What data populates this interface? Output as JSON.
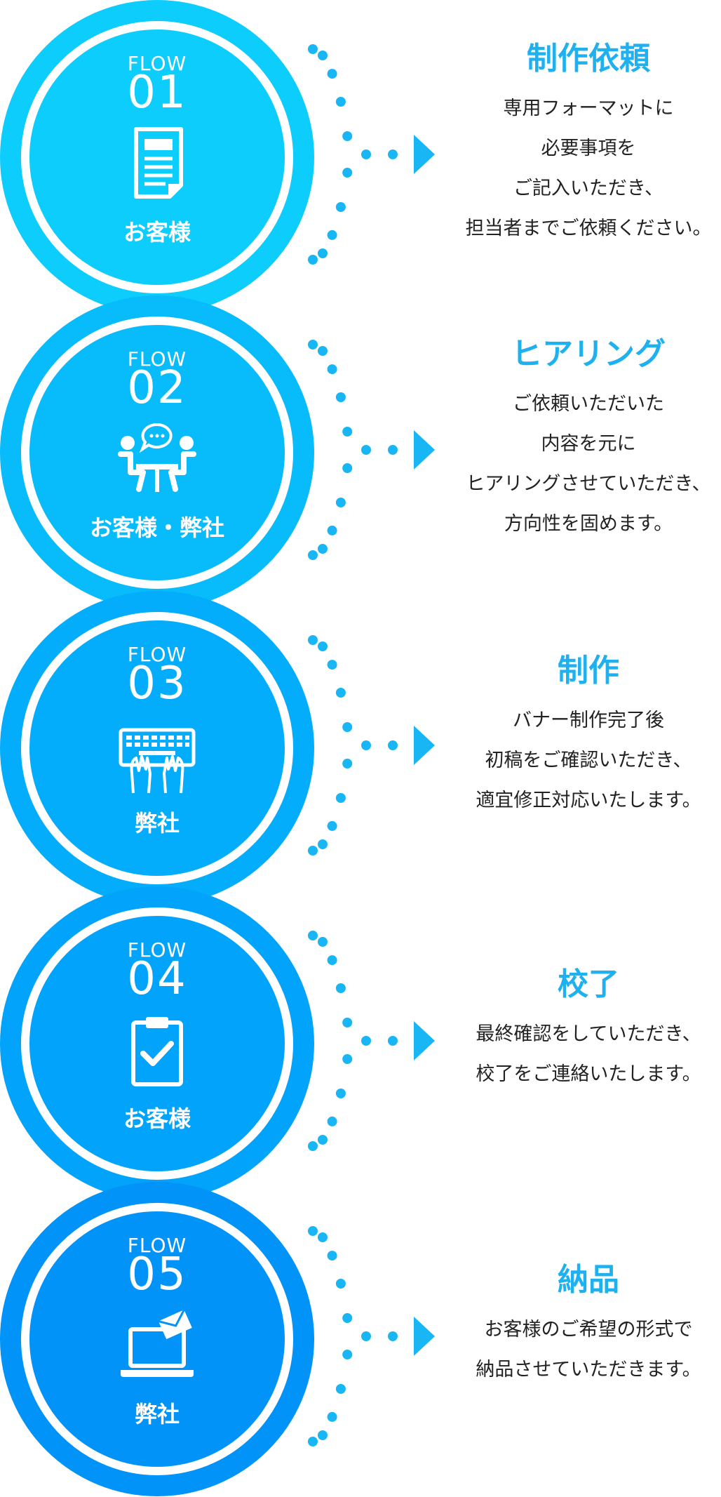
{
  "steps": [
    {
      "flow_label": "FLOW",
      "number": "01",
      "icon": "document-icon",
      "actor": "お客様",
      "title": "制作依頼",
      "lines": [
        "専用フォーマットに",
        "必要事項を",
        "ご記入いただき、",
        "担当者までご依頼ください。"
      ],
      "color": "#0ccdfc"
    },
    {
      "flow_label": "FLOW",
      "number": "02",
      "icon": "meeting-icon",
      "actor": "お客様・弊社",
      "title": "ヒアリング",
      "lines": [
        "ご依頼いただいた",
        "内容を元に",
        "ヒアリングさせていただき、",
        "方向性を固めます。"
      ],
      "color": "#08bbfb"
    },
    {
      "flow_label": "FLOW",
      "number": "03",
      "icon": "keyboard-icon",
      "actor": "弊社",
      "title": "制作",
      "lines": [
        "バナー制作完了後",
        "初稿をご確認いただき、",
        "適宜修正対応いたします。"
      ],
      "color": "#04adfb"
    },
    {
      "flow_label": "FLOW",
      "number": "04",
      "icon": "clipboard-check-icon",
      "actor": "お客様",
      "title": "校了",
      "lines": [
        "最終確認をしていただき、",
        "校了をご連絡いたします。"
      ],
      "color": "#02a3fa"
    },
    {
      "flow_label": "FLOW",
      "number": "05",
      "icon": "laptop-mail-icon",
      "actor": "弊社",
      "title": "納品",
      "lines": [
        "お客様のご希望の形式で",
        "納品させていただきます。"
      ],
      "color": "#0193f8"
    }
  ],
  "colors": {
    "accent": "#1eb0ef",
    "dots": "#18b6f5",
    "text": "#222222"
  }
}
